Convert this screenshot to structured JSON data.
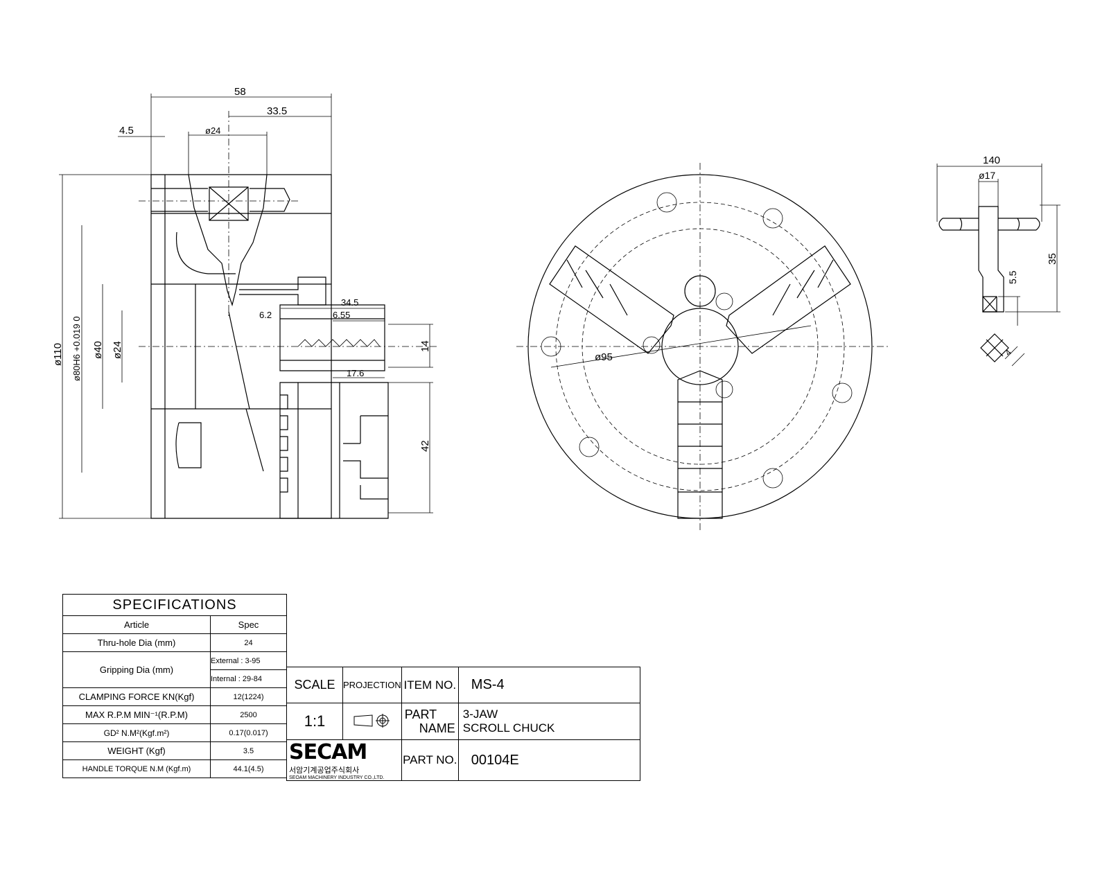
{
  "side_view": {
    "dims": [
      "58",
      "33.5",
      "4.5",
      "ø24",
      "ø110",
      "ø80H6 +0.019 0",
      "ø40",
      "ø24",
      "34.5",
      "6.2",
      "6.55",
      "14",
      "17.6",
      "42"
    ]
  },
  "front_view": {
    "dims": [
      "ø95"
    ]
  },
  "handle_view": {
    "dims": [
      "140",
      "ø17",
      "35",
      "5.5",
      "4"
    ]
  },
  "specifications": {
    "title": "SPECIFICATIONS",
    "header": {
      "article": "Article",
      "spec": "Spec"
    },
    "rows": [
      {
        "article": "Thru-hole Dia (mm)",
        "spec": "24"
      },
      {
        "article": "Gripping Dia (mm)",
        "spec": "External : 3-95",
        "spec2": "Internal : 29-84"
      },
      {
        "article": "CLAMPING FORCE KN(Kgf)",
        "spec": "12(1224)"
      },
      {
        "article": "MAX R.P.M MIN⁻¹(R.P.M)",
        "spec": "2500"
      },
      {
        "article": "GD² N.M²(Kgf.m²)",
        "spec": "0.17(0.017)"
      },
      {
        "article": "WEIGHT (Kgf)",
        "spec": "3.5"
      },
      {
        "article": "HANDLE TORQUE N.M (Kgf.m)",
        "spec": "44.1(4.5)"
      }
    ]
  },
  "title_block": {
    "scale_label": "SCALE",
    "scale_value": "1:1",
    "projection_label": "PROJECTION",
    "item_no_label": "ITEM NO.",
    "item_no": "MS-4",
    "part_name_label_1": "PART",
    "part_name_label_2": "NAME",
    "part_name_1": "3-JAW",
    "part_name_2": "SCROLL CHUCK",
    "part_no_label": "PART NO.",
    "part_no": "00104E",
    "company_logo": "SECAM",
    "company_korean": "서암기계공업주식회사",
    "company_english": "SEOAM MACHINERY INDUSTRY CO.,LTD."
  }
}
